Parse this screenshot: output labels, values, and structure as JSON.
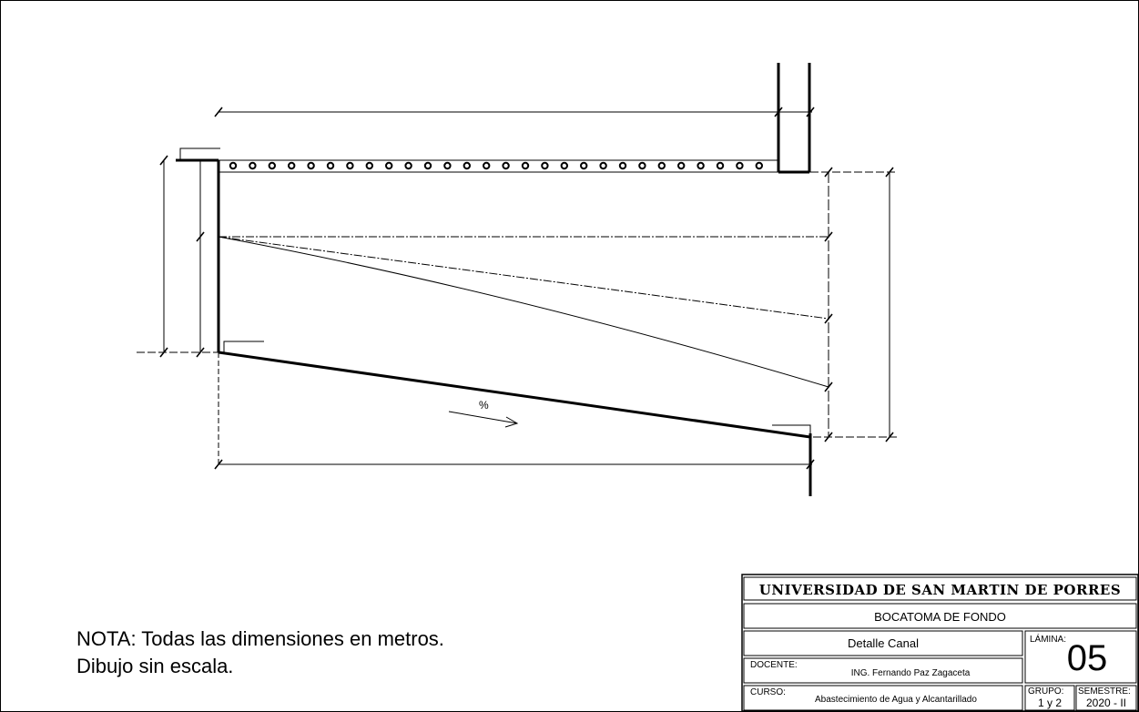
{
  "drawing": {
    "slope_label": "%"
  },
  "notes": {
    "line1": "NOTA: Todas las dimensiones en metros.",
    "line2": "Dibujo sin escala."
  },
  "title_block": {
    "university": "UNIVERSIDAD DE SAN MARTIN DE PORRES",
    "project": "BOCATOMA DE FONDO",
    "sheet_title": "Detalle Canal",
    "lamina_label": "LÁMINA:",
    "lamina_value": "05",
    "docente_label": "DOCENTE:",
    "docente_value": "ING. Fernando Paz Zagaceta",
    "curso_label": "CURSO:",
    "curso_value": "Abastecimiento de Agua y Alcantarillado",
    "grupo_label": "GRUPO:",
    "grupo_value": "1 y 2",
    "semestre_label": "SEMESTRE:",
    "semestre_value": "2020 - II"
  }
}
